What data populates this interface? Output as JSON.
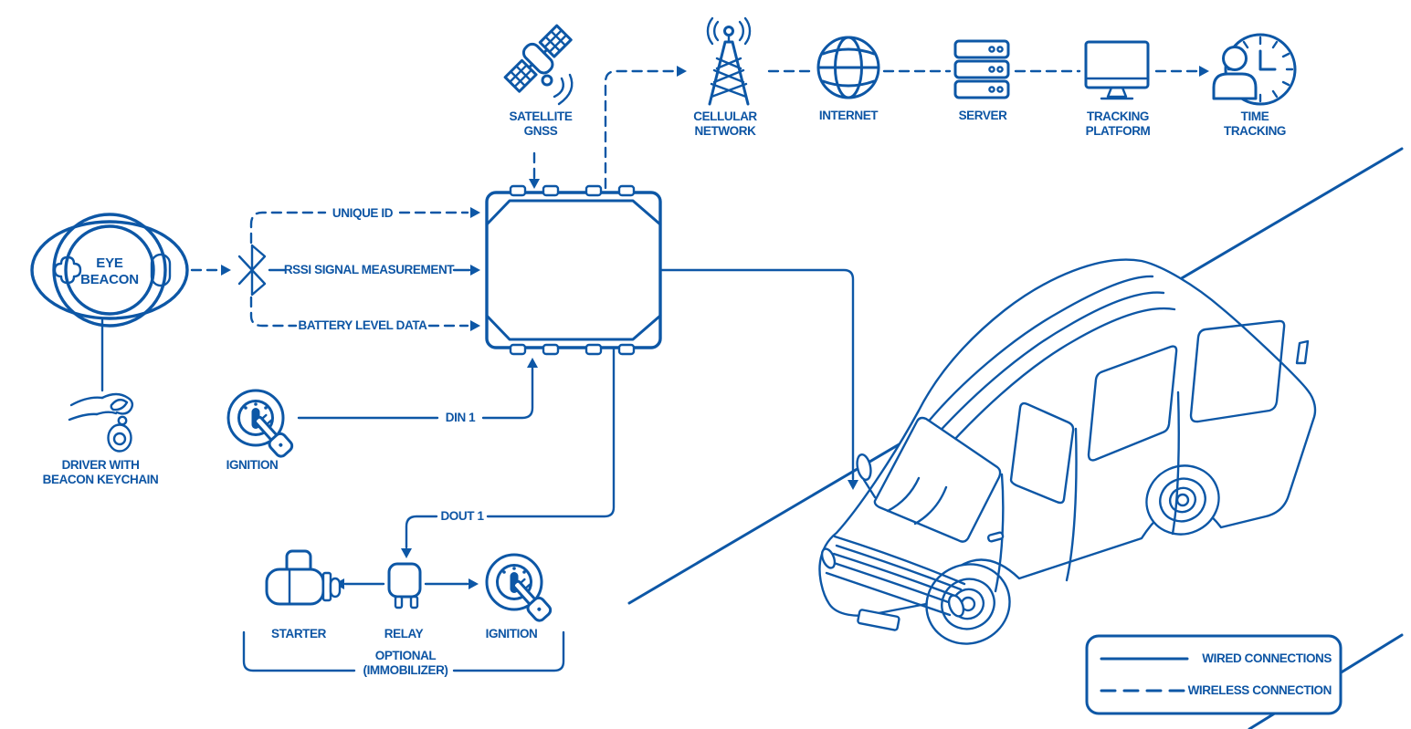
{
  "colors": {
    "line": "#0d57a6",
    "text": "#0d55a4",
    "background": "#ffffff"
  },
  "nodes": {
    "satellite_gnss": "SATELLITE\nGNSS",
    "cellular_network": "CELLULAR\nNETWORK",
    "internet": "INTERNET",
    "server": "SERVER",
    "tracking_platform": "TRACKING\nPLATFORM",
    "time_tracking": "TIME\nTRACKING",
    "eye_beacon": "EYE\nBEACON",
    "driver": "DRIVER WITH\nBEACON KEYCHAIN",
    "ignition_din": "IGNITION",
    "starter": "STARTER",
    "relay": "RELAY",
    "ignition_immobilizer": "IGNITION",
    "optional_immobilizer": "OPTIONAL\n(IMMOBILIZER)"
  },
  "links": {
    "unique_id": "UNIQUE ID",
    "rssi": "RSSI SIGNAL MEASUREMENT",
    "battery": "BATTERY LEVEL DATA",
    "din1": "DIN 1",
    "dout1": "DOUT 1"
  },
  "legend": {
    "wired": "WIRED CONNECTIONS",
    "wireless": "WIRELESS CONNECTION"
  }
}
